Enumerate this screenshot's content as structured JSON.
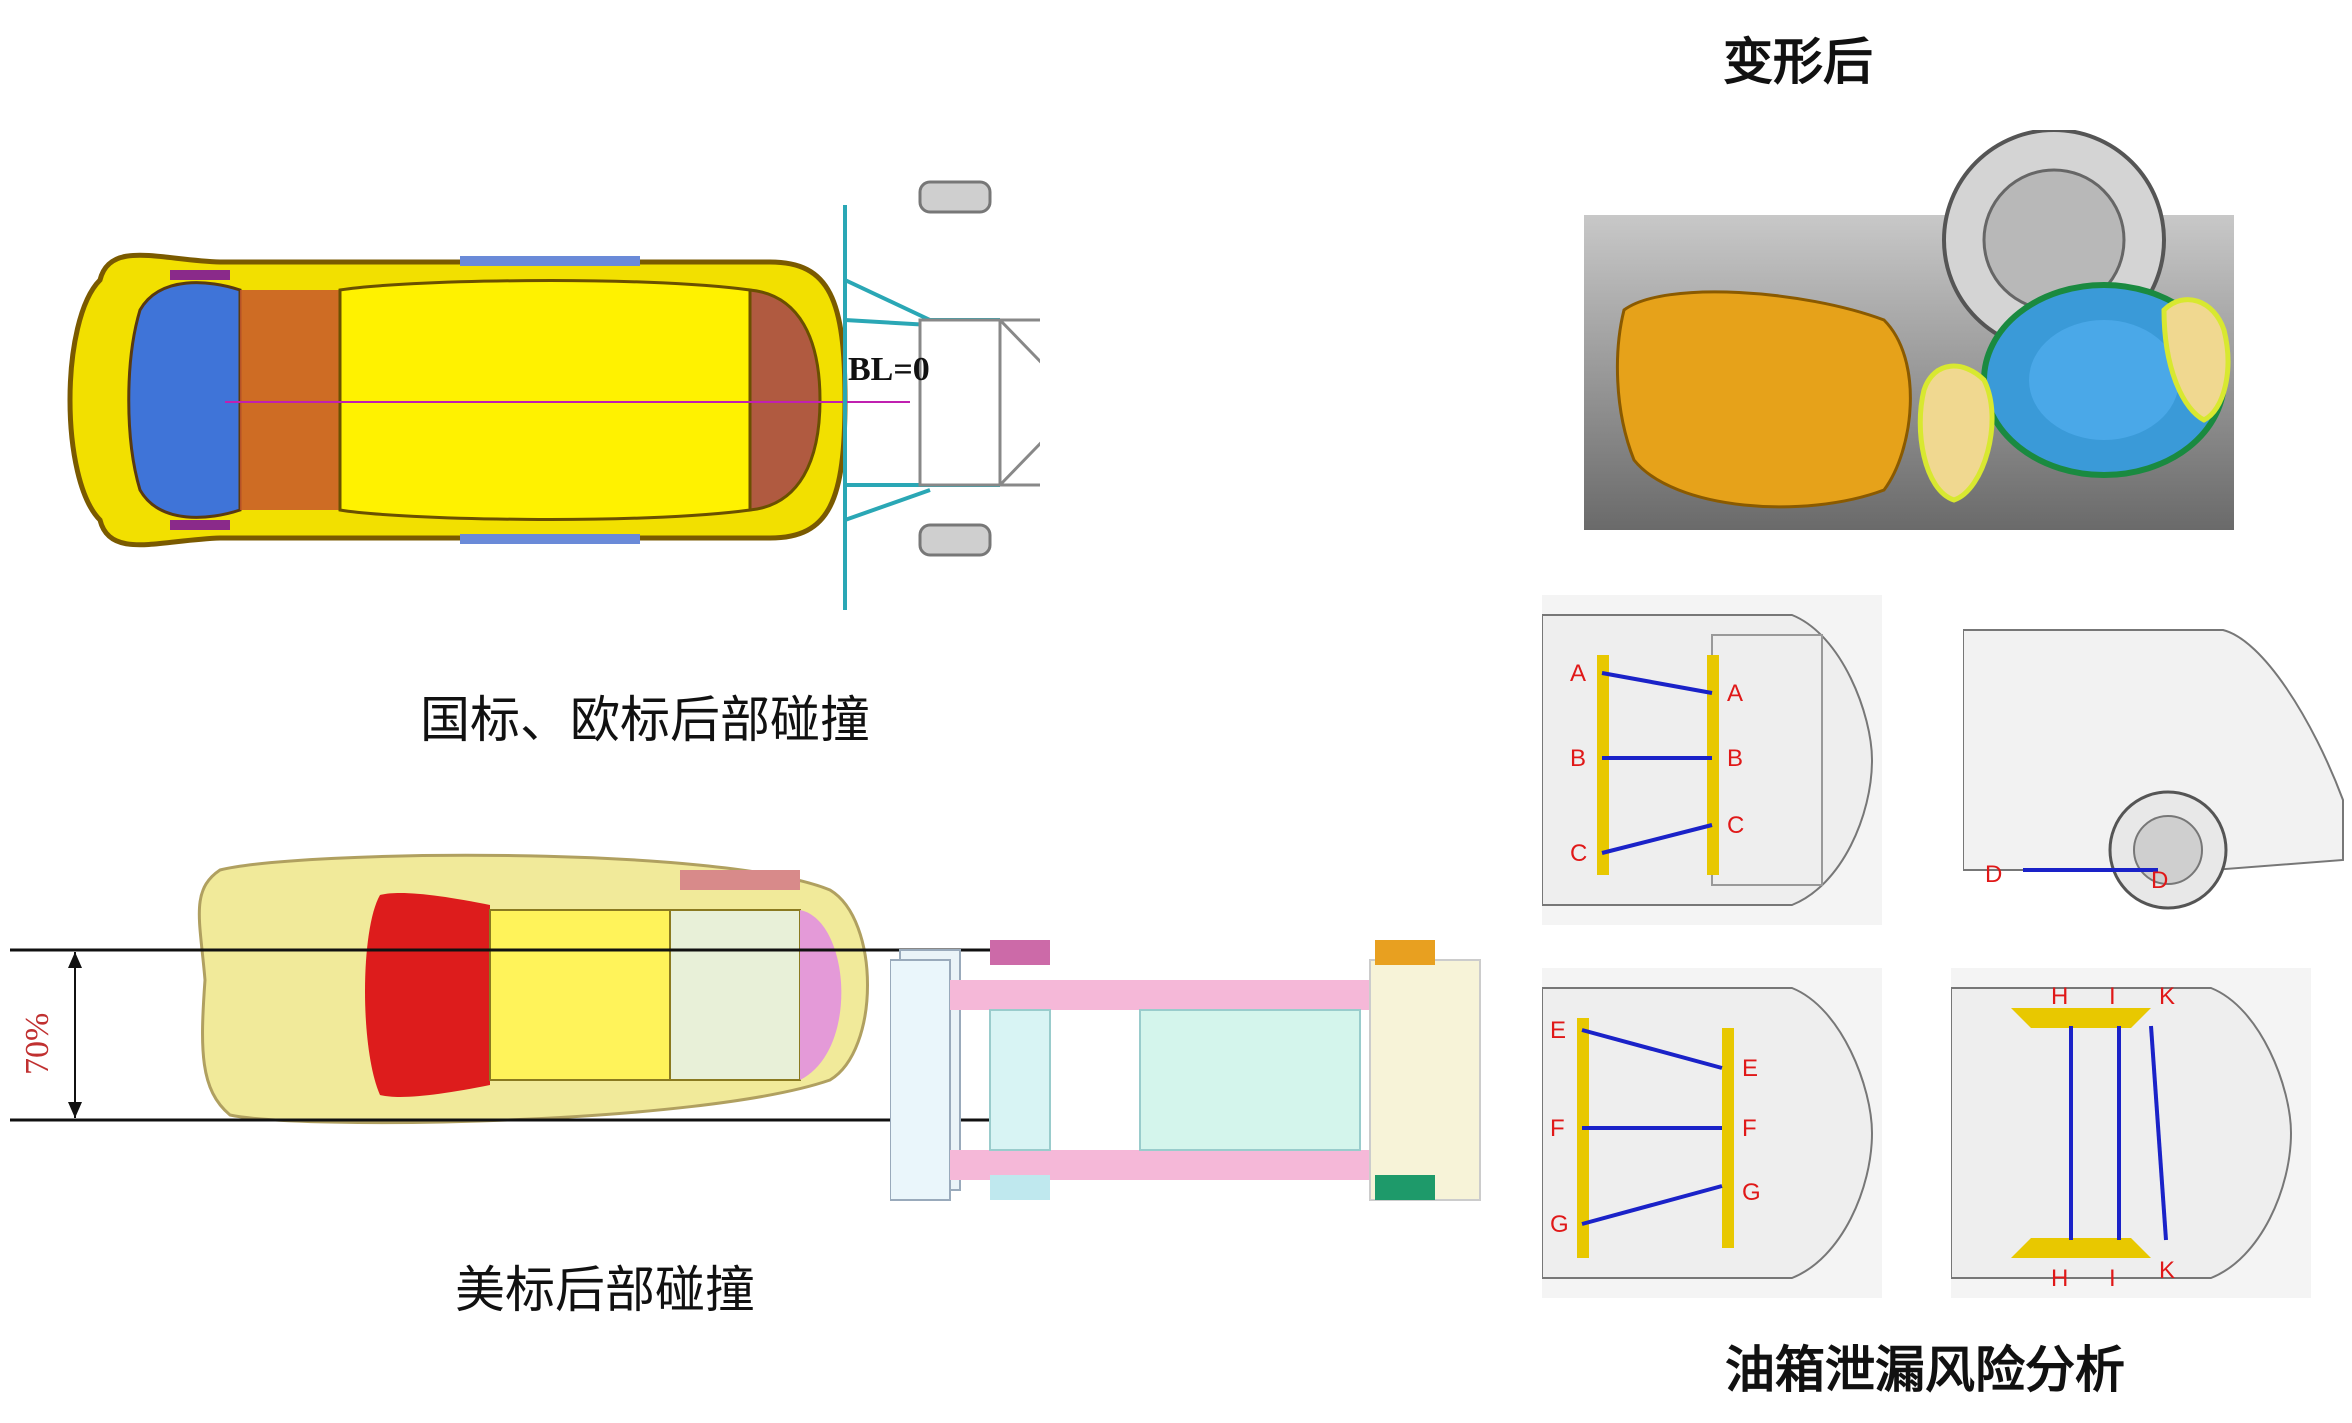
{
  "captions": {
    "gb_eu_rear_impact": "国标、欧标后部碰撞",
    "us_rear_impact": "美标后部碰撞",
    "after_deformation": "变形后",
    "fuel_tank_leak_risk": "油箱泄漏风险分析"
  },
  "diagram_labels": {
    "baseline": "BL=0",
    "overlap_percent": "70%",
    "points": [
      "A",
      "B",
      "C",
      "D",
      "E",
      "F",
      "G",
      "H",
      "I",
      "K"
    ]
  },
  "colors": {
    "car_body": "#f4e800",
    "car_outline": "#8a6a00",
    "barrier_frame": "#2aa7b5",
    "impact_arrow": "#e21b1b",
    "measure_line": "#1a22c8",
    "point_label": "#e01818",
    "crossmember": "#e8c800"
  }
}
